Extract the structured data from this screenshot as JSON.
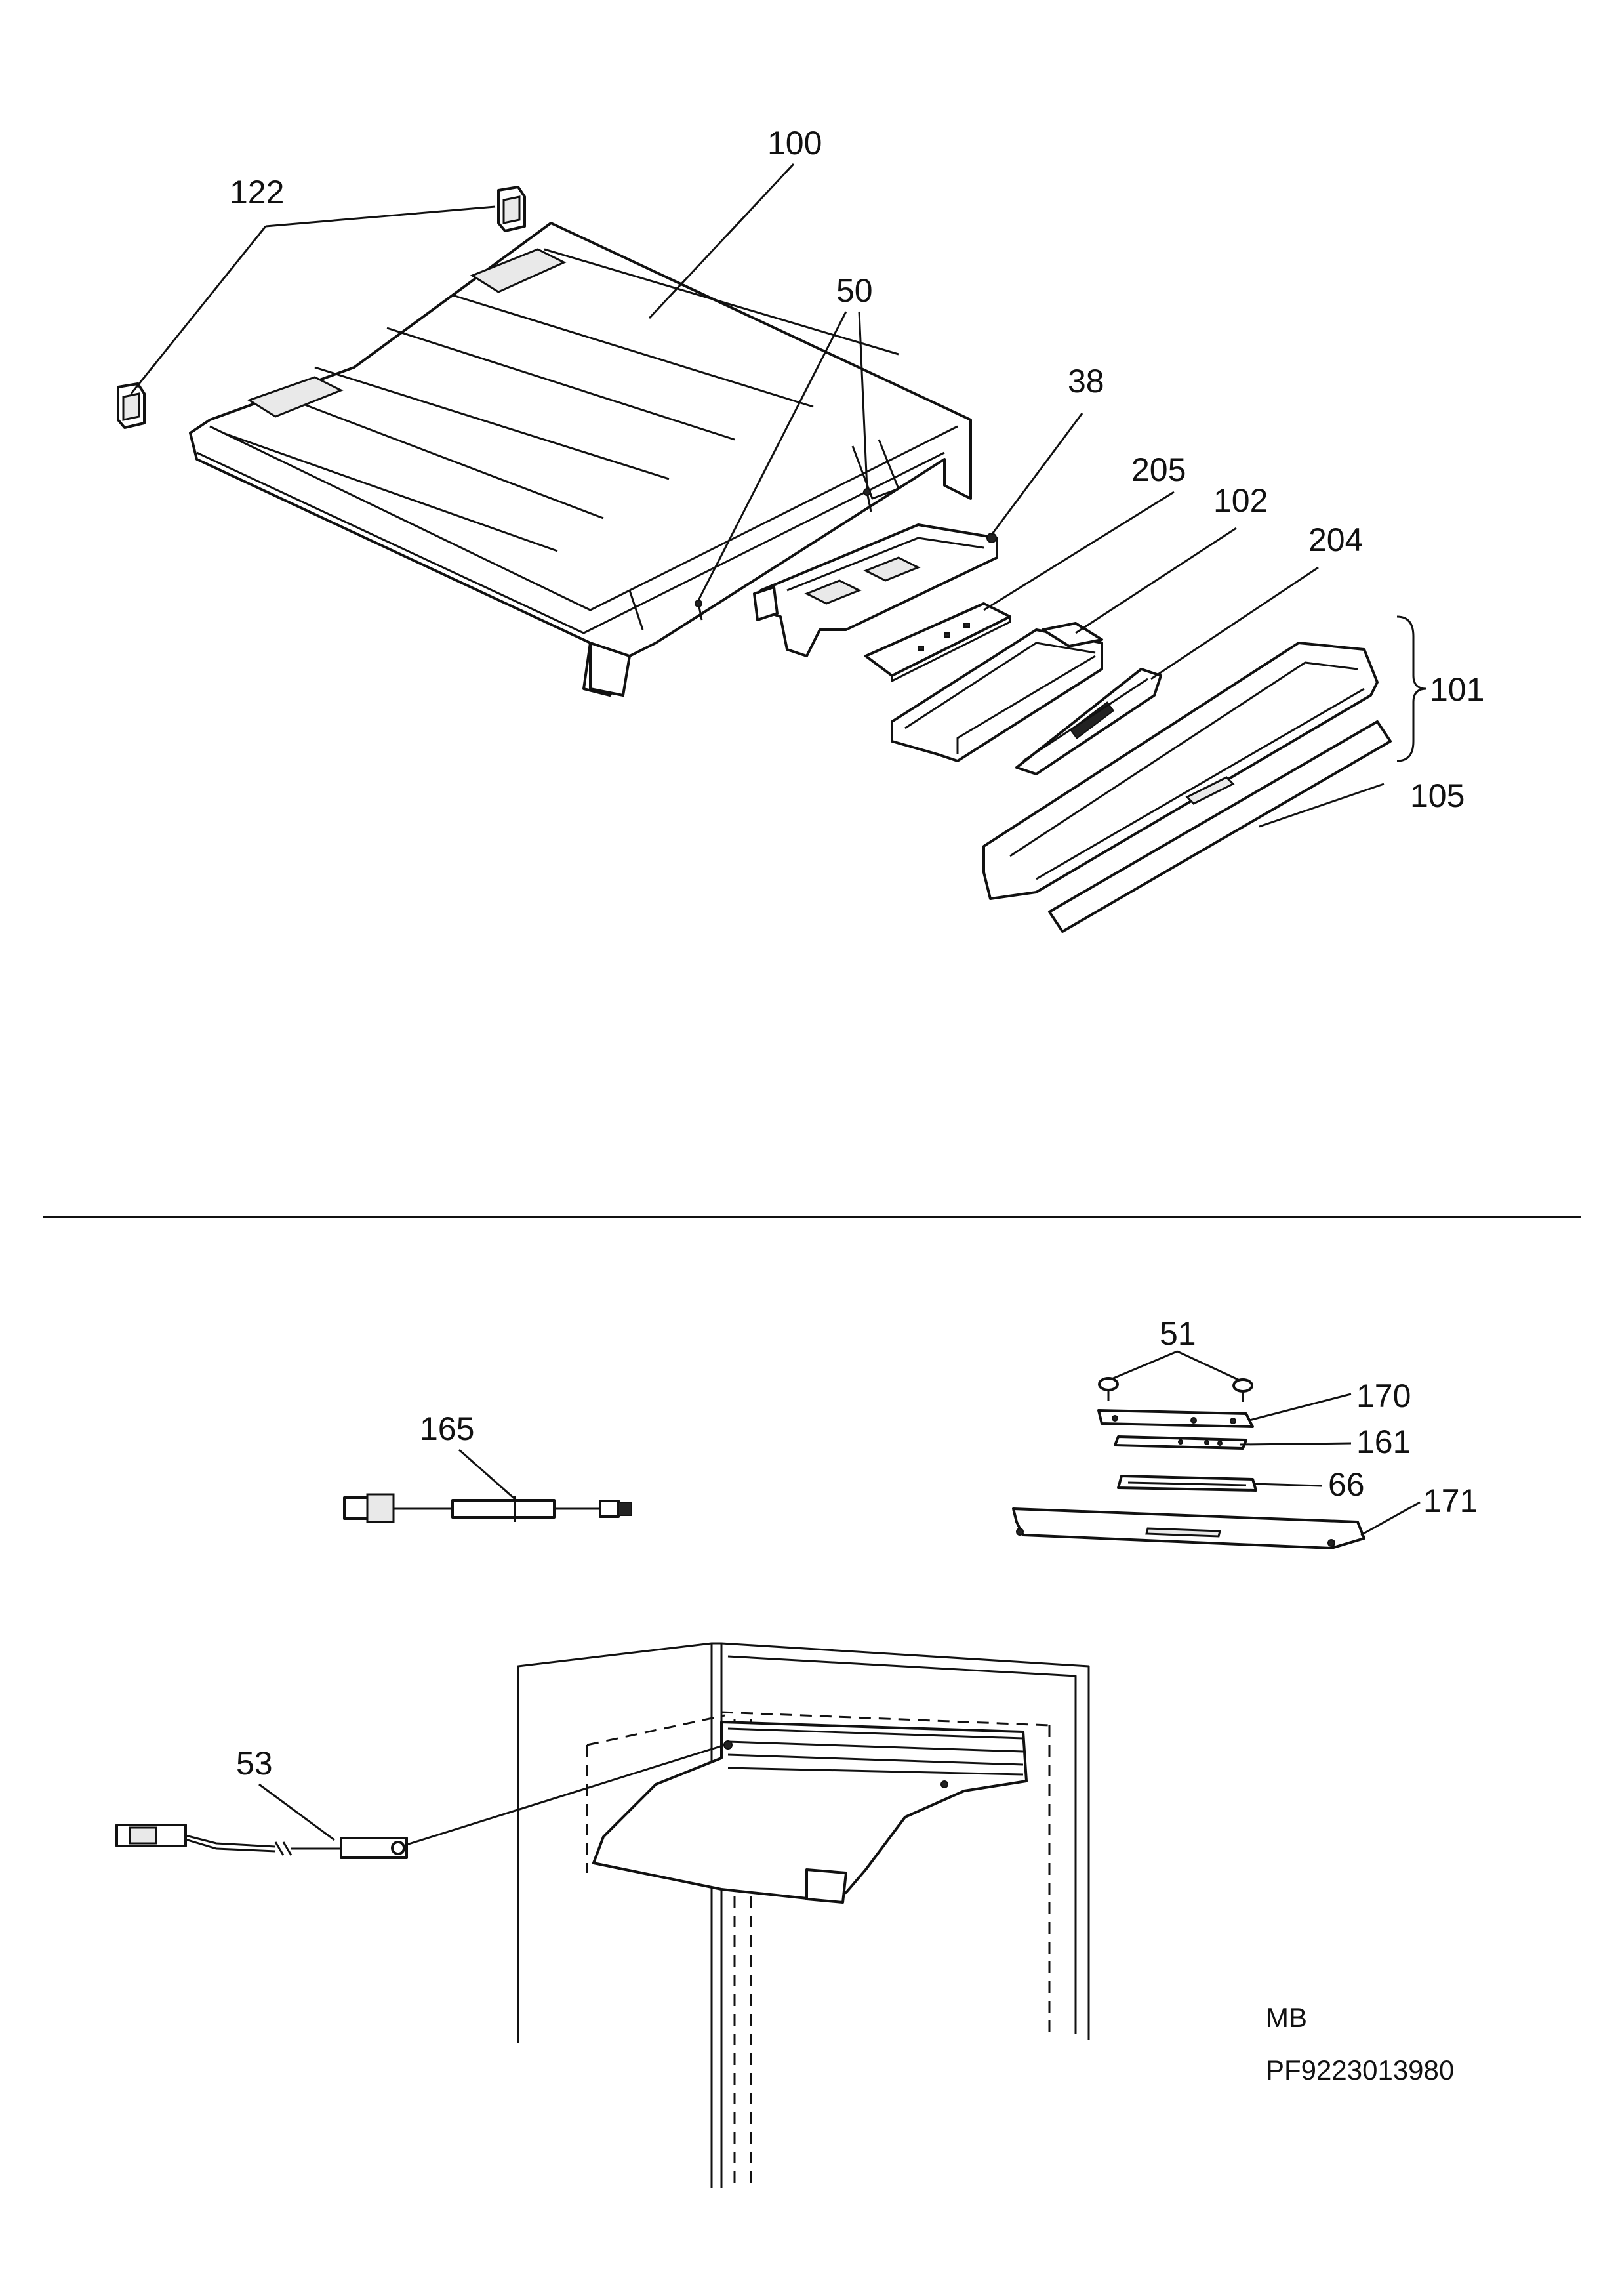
{
  "callouts": {
    "c100": "100",
    "c122": "122",
    "c50": "50",
    "c38": "38",
    "c205": "205",
    "c102": "102",
    "c204": "204",
    "c101": "101",
    "c105": "105",
    "c51": "51",
    "c170": "170",
    "c161": "161",
    "c66": "66",
    "c171": "171",
    "c165": "165",
    "c53": "53"
  },
  "meta": {
    "code": "MB",
    "part_number": "PF9223013980"
  }
}
